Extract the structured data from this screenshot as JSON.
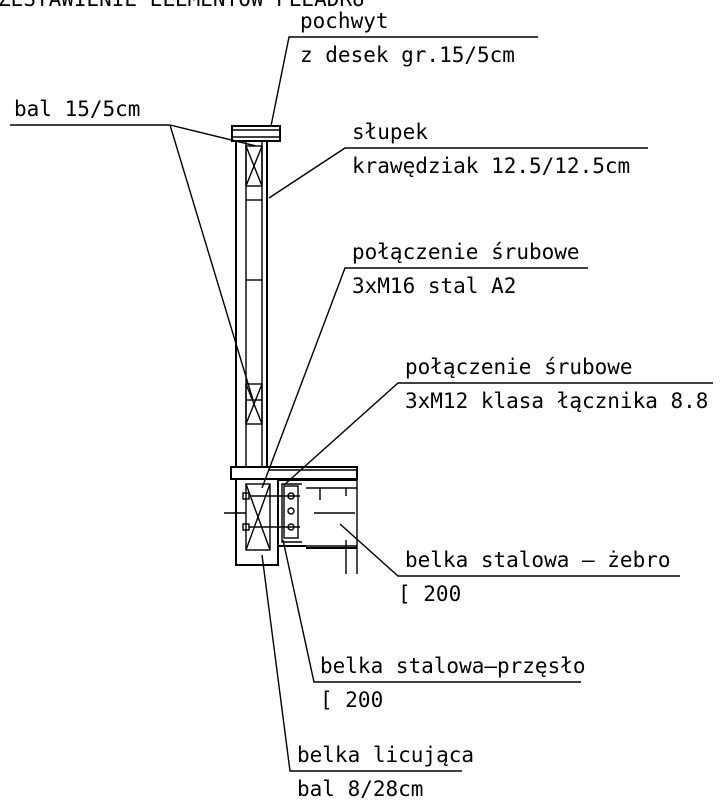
{
  "title_fragment": "ZESTAWIENIE ELEMENTÓW PLEADRU",
  "callouts": {
    "pochwyt": {
      "line1": "pochwyt",
      "line2": "z desek gr.15/5cm"
    },
    "bal": {
      "line1": "bal 15/5cm"
    },
    "slupek": {
      "line1": "słupek",
      "line2": "krawędziak 12.5/12.5cm"
    },
    "polaczenie1": {
      "line1": "połączenie śrubowe",
      "line2": "3xM16 stal A2"
    },
    "polaczenie2": {
      "line1": "połączenie śrubowe",
      "line2": "3xM12 klasa łącznika 8.8"
    },
    "zebro": {
      "line1": "belka stalowa – żebro",
      "line2": "[ 200"
    },
    "przeslo": {
      "line1": "belka stalowa–przęsło",
      "line2": "[ 200"
    },
    "licujaca": {
      "line1": "belka licująca",
      "line2": "bal 8/28cm"
    }
  }
}
